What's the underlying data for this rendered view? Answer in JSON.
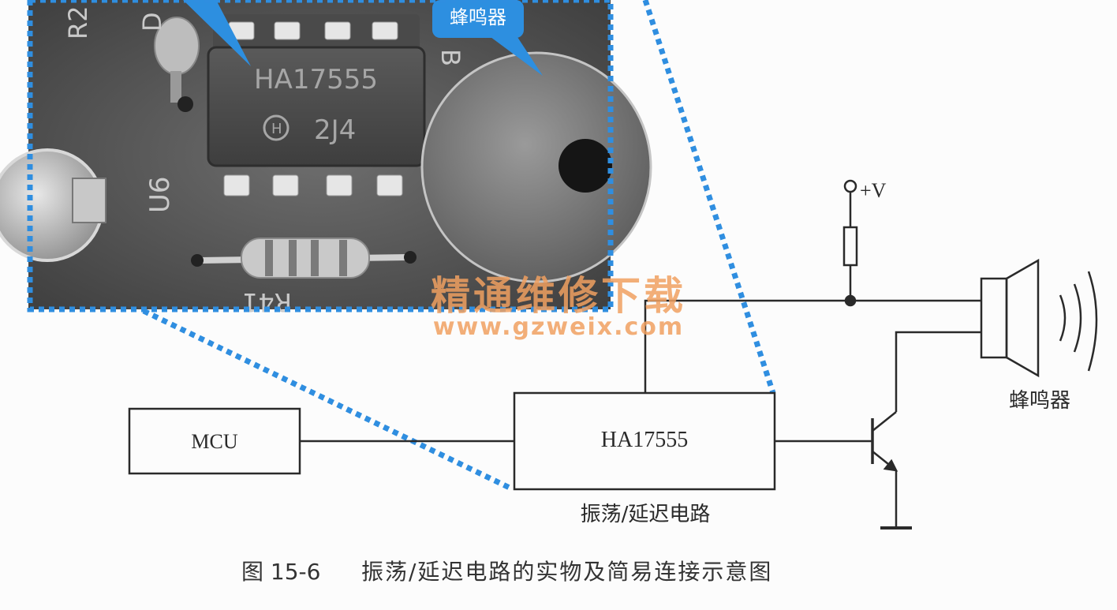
{
  "photo": {
    "callout_buzzer": "蜂鸣器",
    "chip_marking": "HA17555",
    "chip_code": "2J4",
    "chip_logo": "H",
    "label_u6": "U6",
    "label_r41": "R41",
    "label_b": "B",
    "label_r": "R2",
    "label_d": "D"
  },
  "watermark": {
    "text_cn": "精通维修下载",
    "url": "www.gzweix.com",
    "color": "#f0a060"
  },
  "circuit": {
    "mcu_label": "MCU",
    "chip_label": "HA17555",
    "chip_caption": "振荡/延迟电路",
    "supply_label": "+V",
    "buzzer_label": "蜂鸣器"
  },
  "caption": {
    "figure_number": "图 15-6",
    "title": "振荡/延迟电路的实物及简易连接示意图"
  },
  "colors": {
    "accent_dotted": "#2f8ee0",
    "callout_blue": "#2d8fe0",
    "line": "#2a2a2a"
  }
}
